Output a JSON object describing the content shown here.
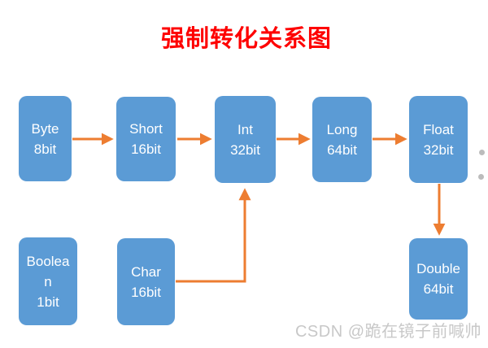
{
  "title": {
    "text": "强制转化关系图"
  },
  "watermark": {
    "text": "CSDN @跪在镜子前喊帅"
  },
  "colors": {
    "background": "#ffffff",
    "title": "#fe0000",
    "box_fill": "#5b9bd5",
    "box_text": "#ffffff",
    "arrow": "#ed7d31",
    "watermark": "#c8c8c8",
    "artifact_dot": "#bcbcbc"
  },
  "diagram": {
    "nodes": [
      {
        "id": "byte",
        "label": "Byte",
        "sub": "8bit"
      },
      {
        "id": "short",
        "label": "Short",
        "sub": "16bit"
      },
      {
        "id": "int",
        "label": "Int",
        "sub": "32bit"
      },
      {
        "id": "long",
        "label": "Long",
        "sub": "64bit"
      },
      {
        "id": "float",
        "label": "Float",
        "sub": "32bit"
      },
      {
        "id": "boolean",
        "label": "Boolean",
        "sub": "1bit"
      },
      {
        "id": "char",
        "label": "Char",
        "sub": "16bit"
      },
      {
        "id": "double",
        "label": "Double",
        "sub": "64bit"
      }
    ],
    "edges": [
      {
        "from": "Byte",
        "to": "Short"
      },
      {
        "from": "Short",
        "to": "Int"
      },
      {
        "from": "Int",
        "to": "Long"
      },
      {
        "from": "Long",
        "to": "Float"
      },
      {
        "from": "Float",
        "to": "Double"
      },
      {
        "from": "Char",
        "to": "Int"
      }
    ]
  }
}
